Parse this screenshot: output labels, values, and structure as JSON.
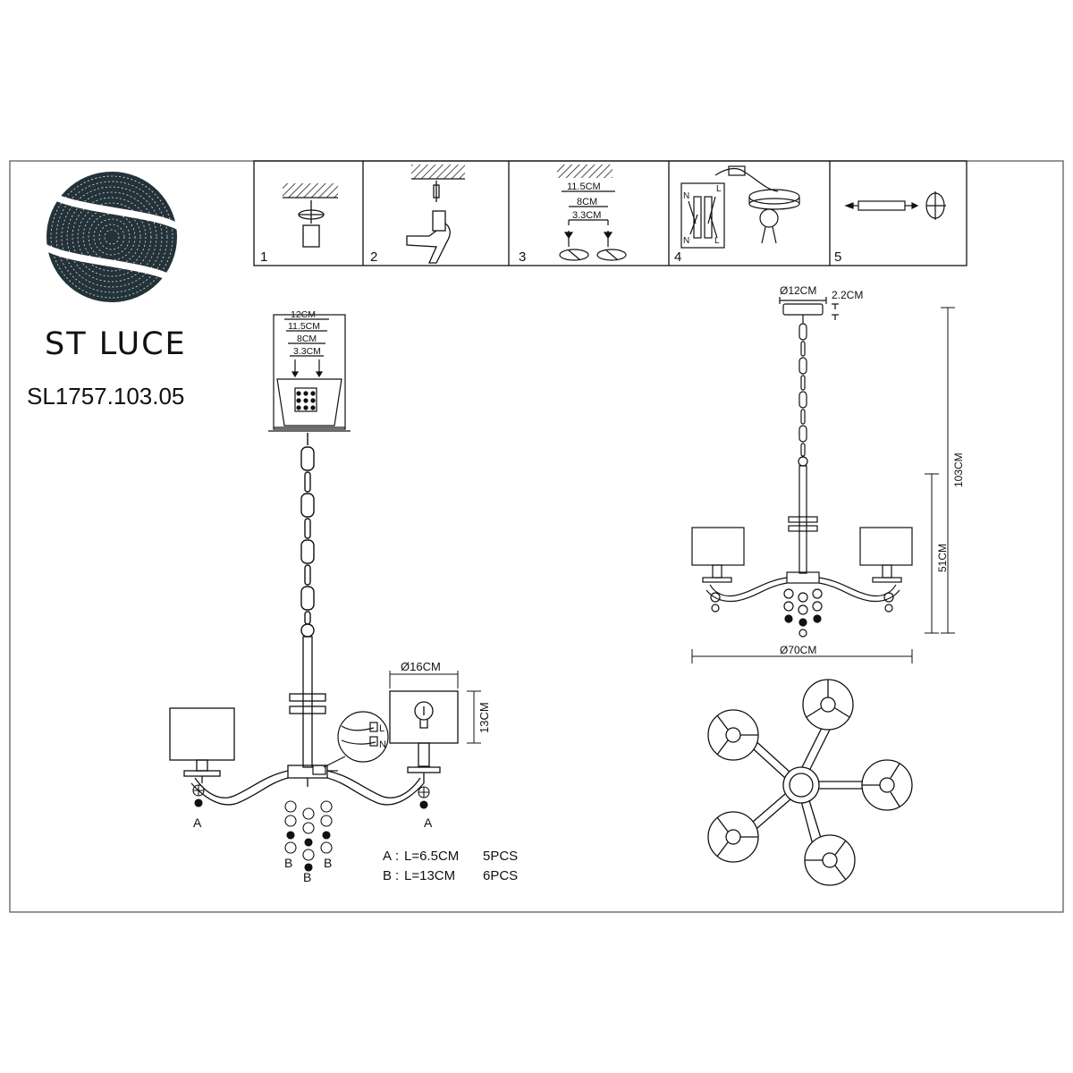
{
  "brand": {
    "name": "ST LUCE",
    "model": "SL1757.103.05"
  },
  "steps": [
    {
      "number": "1"
    },
    {
      "number": "2"
    },
    {
      "number": "3",
      "dims": [
        "11.5CM",
        "8CM",
        "3.3CM"
      ]
    },
    {
      "number": "4",
      "wire_labels": [
        "N",
        "L",
        "N",
        "L"
      ]
    },
    {
      "number": "5"
    }
  ],
  "left_view": {
    "canopy_dims": [
      "12CM",
      "11.5CM",
      "8CM",
      "3.3CM"
    ],
    "shade_diameter": "Ø16CM",
    "shade_height": "13CM",
    "wire_labels": [
      "L",
      "N"
    ],
    "crystal_labels": [
      "A",
      "A",
      "B",
      "B",
      "B"
    ]
  },
  "parts_list": [
    {
      "label": "A",
      "sep": ":",
      "length": "L=6.5CM",
      "qty": "5PCS"
    },
    {
      "label": "B",
      "sep": ":",
      "length": "L=13CM",
      "qty": "6PCS"
    }
  ],
  "right_view": {
    "canopy_diameter": "Ø12CM",
    "canopy_height": "2.2CM",
    "total_height": "103CM",
    "body_height": "51CM",
    "span": "Ø70CM"
  },
  "colors": {
    "line": "#111111",
    "brand_dark": "#24323a",
    "frame": "#6a6a6a"
  }
}
